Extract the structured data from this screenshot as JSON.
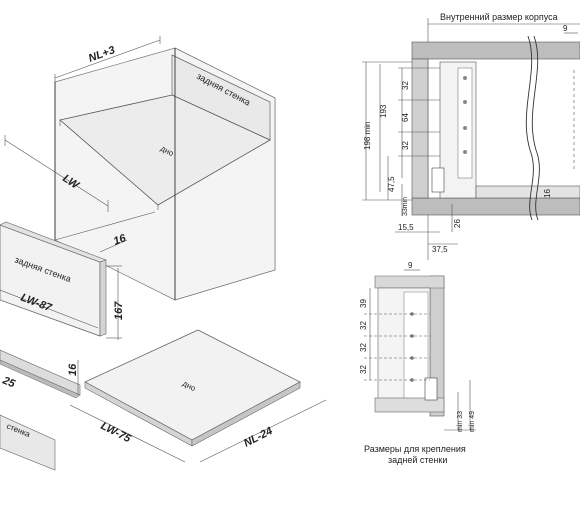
{
  "iso": {
    "nl_plus_3": "NL+3",
    "back_wall_in_box": "задняя стенка",
    "bottom_in_box": "дно",
    "lw": "LW",
    "back_wall_panel": "задняя стенка",
    "back_height": "16",
    "panel_width": "LW-87",
    "panel_height": "167",
    "rail_label": "25",
    "rail_text": "стенка",
    "bottom_thickness": "16",
    "bottom_panel": "дно",
    "bottom_width": "LW-75",
    "bottom_depth": "NL-24"
  },
  "section": {
    "title": "Внутренний размер корпуса",
    "d9_top": "9",
    "d198": "198 min",
    "d193": "193",
    "d32_a": "32",
    "d64": "64",
    "d32_b": "32",
    "d47_5": "47,5",
    "d33min": "33min",
    "d15_5": "15,5",
    "d26": "26",
    "d37_5": "37,5",
    "d16": "16"
  },
  "rear": {
    "d9": "9",
    "d39": "39",
    "d32_a": "32",
    "d32_b": "32",
    "d32_c": "32",
    "d33min": "min 33",
    "d49min": "min 49",
    "caption_line1": "Размеры для крепления",
    "caption_line2": "задней стенки"
  }
}
